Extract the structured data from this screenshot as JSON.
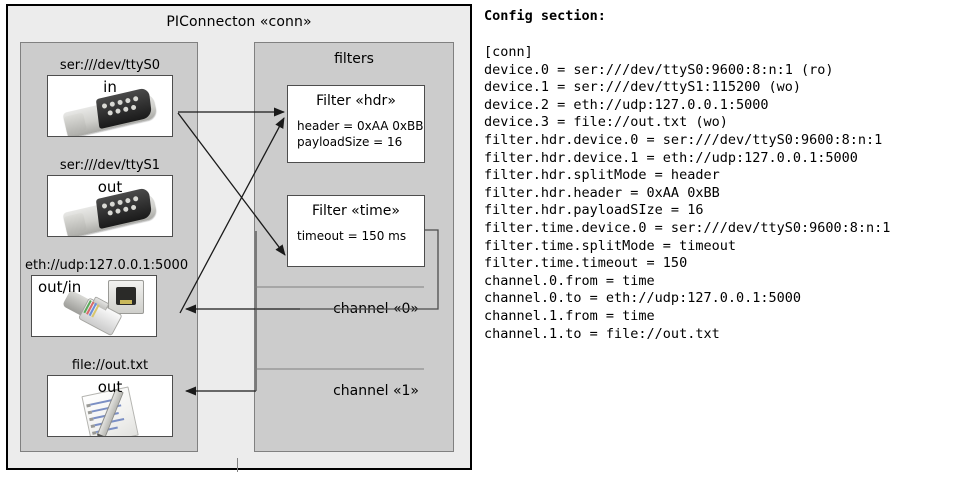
{
  "diagram": {
    "title": "PIConnecton «conn»",
    "devices_panel": {
      "name": "devices",
      "items": [
        {
          "label": "ser:///dev/ttyS0",
          "direction": "in",
          "icon": "serial-port-icon",
          "label_align": "center"
        },
        {
          "label": "ser:///dev/ttyS1",
          "direction": "out",
          "icon": "serial-port-icon",
          "label_align": "center"
        },
        {
          "label": "eth://udp:127.0.0.1:5000",
          "direction": "out/in",
          "icon": "ethernet-icon",
          "label_align": "left"
        },
        {
          "label": "file://out.txt",
          "direction": "out",
          "icon": "text-file-icon",
          "label_align": "center"
        }
      ]
    },
    "filters_panel": {
      "title": "filters",
      "filters": [
        {
          "title": "Filter «hdr»",
          "props": [
            "header = 0xAA 0xBB",
            "payloadSize = 16"
          ]
        },
        {
          "title": "Filter «time»",
          "props": [
            "timeout = 150 ms"
          ]
        }
      ],
      "channels": [
        {
          "label": "channel «0»"
        },
        {
          "label": "channel «1»"
        }
      ]
    },
    "colors": {
      "outer_background": "#ececec",
      "panel_background": "#cccccc",
      "box_background": "#ffffff",
      "border_dark": "#000000",
      "border_mid": "#808080",
      "box_border": "#4d4d4d",
      "edge_stroke": "#1a1a1a"
    }
  },
  "config": {
    "heading": "Config section:",
    "lines": [
      "[conn]",
      "device.0 = ser:///dev/ttyS0:9600:8:n:1 (ro)",
      "device.1 = ser:///dev/ttyS1:115200 (wo)",
      "device.2 = eth://udp:127.0.0.1:5000",
      "device.3 = file://out.txt (wo)",
      "filter.hdr.device.0 = ser:///dev/ttyS0:9600:8:n:1",
      "filter.hdr.device.1 = eth://udp:127.0.0.1:5000",
      "filter.hdr.splitMode = header",
      "filter.hdr.header = 0xAA 0xBB",
      "filter.hdr.payloadSIze = 16",
      "filter.time.device.0 = ser:///dev/ttyS0:9600:8:n:1",
      "filter.time.splitMode = timeout",
      "filter.time.timeout = 150",
      "channel.0.from = time",
      "channel.0.to = eth://udp:127.0.0.1:5000",
      "channel.1.from = time",
      "channel.1.to = file://out.txt"
    ]
  }
}
